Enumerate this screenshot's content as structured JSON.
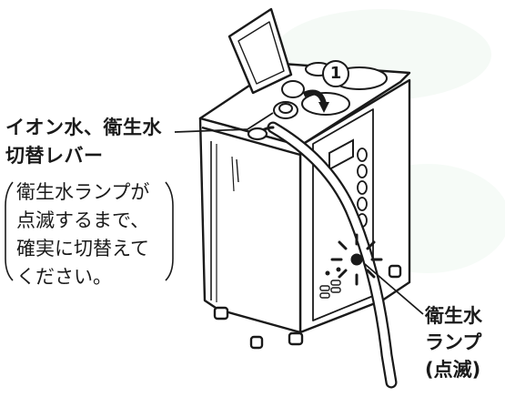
{
  "lever_label": {
    "line1": "イオン水、衛生水",
    "line2": "切替レバー"
  },
  "note": {
    "line1": "衛生水ランプが",
    "line2": "点滅するまで、",
    "line3": "確実に切替えて",
    "line4": "ください。"
  },
  "step_marker": "1",
  "lamp_label": {
    "line1": "衛生水",
    "line2": "ランプ",
    "line3": "(点滅)"
  },
  "colors": {
    "line": "#1a1a1a",
    "accent_bg": "#d8eedd",
    "background": "#ffffff"
  }
}
